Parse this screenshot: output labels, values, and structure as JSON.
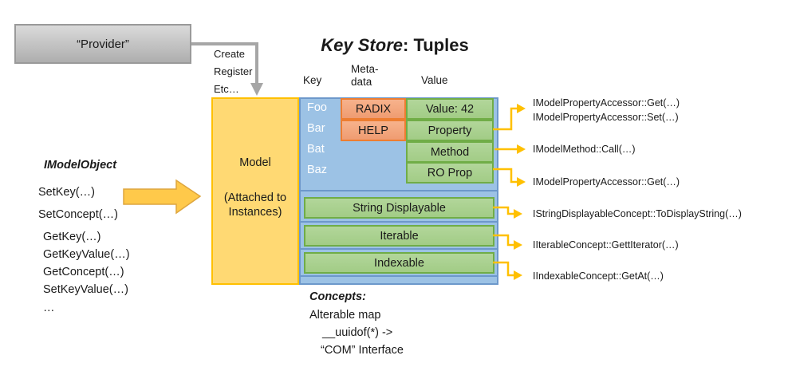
{
  "title": {
    "emphasis": "Key Store",
    "rest": ": Tuples"
  },
  "provider": {
    "label": "“Provider”",
    "flow_label_lines": [
      "Create",
      "Register",
      "Etc…"
    ]
  },
  "columns": {
    "key": "Key",
    "meta_line1": "Meta-",
    "meta_line2": "data",
    "value": "Value"
  },
  "model": {
    "title": "Model",
    "note_line1": "(Attached to",
    "note_line2": "Instances)"
  },
  "store": {
    "keys": [
      "Foo",
      "Bar",
      "Bat",
      "Baz"
    ],
    "metadata": [
      "RADIX",
      "HELP"
    ],
    "values": [
      "Value: 42",
      "Property",
      "Method",
      "RO Prop"
    ],
    "concept_rows": [
      "String Displayable",
      "Iterable",
      "Indexable"
    ]
  },
  "left_panel": {
    "heading": "IModelObject",
    "methods": [
      "SetKey(…)",
      "SetConcept(…)",
      "GetKey(…)",
      "GetKeyValue(…)",
      "GetConcept(…)",
      "SetKeyValue(…)",
      "…"
    ]
  },
  "callouts": {
    "property_get": "IModelPropertyAccessor::Get(…)",
    "property_set": "IModelPropertyAccessor::Set(…)",
    "method_call": "IModelMethod::Call(…)",
    "ro_prop_get": "IModelPropertyAccessor::Get(…)",
    "string_displayable": "IStringDisplayableConcept::ToDisplayString(…)",
    "iterable": "IIterableConcept::GettIterator(…)",
    "indexable": "IIndexableConcept::GetAt(…)"
  },
  "footnote": {
    "heading": "Concepts:",
    "line1": "Alterable map",
    "line2": "__uuidof(*) ->",
    "line3": "“COM” Interface"
  },
  "colors": {
    "model_fill": "#FFD973",
    "model_border": "#FFC000",
    "store_fill": "#9CC2E5",
    "store_border": "#6D98CB",
    "metadata_fill": "#F4A57E",
    "metadata_border": "#ED7D31",
    "value_fill": "#A9D18E",
    "value_border": "#70AD47",
    "connector_yellow": "#FFC000",
    "connector_gray": "#A6A6A6",
    "big_arrow_fill": "#FFC94A"
  }
}
